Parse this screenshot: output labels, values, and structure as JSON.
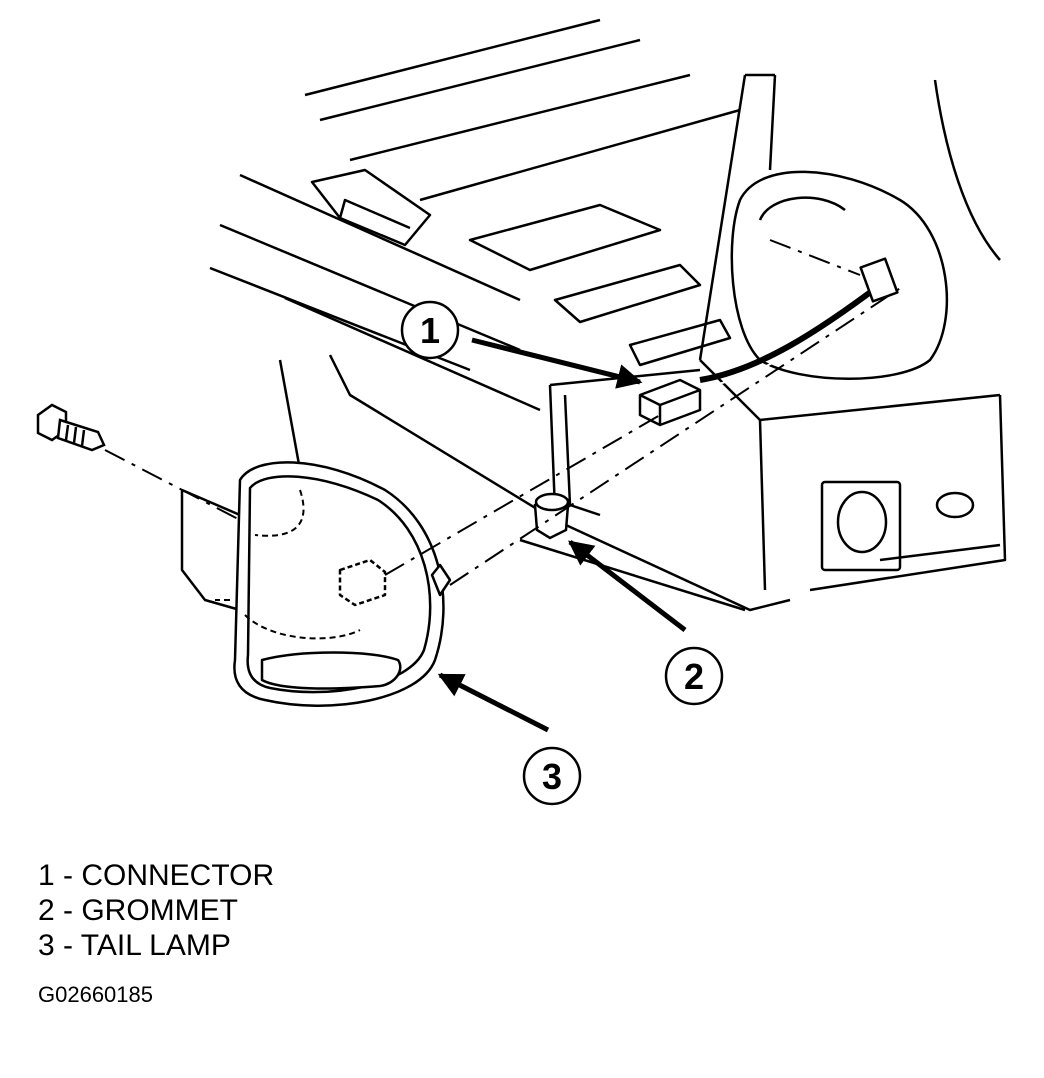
{
  "callouts": [
    {
      "number": "1"
    },
    {
      "number": "2"
    },
    {
      "number": "3"
    }
  ],
  "legend": [
    {
      "text": "1 - CONNECTOR"
    },
    {
      "text": "2 - GROMMET"
    },
    {
      "text": "3 - TAIL LAMP"
    }
  ],
  "figure_id": "G02660185"
}
